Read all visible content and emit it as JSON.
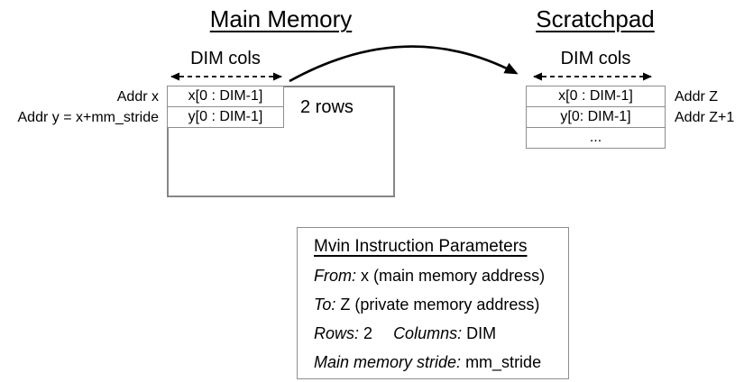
{
  "main_memory": {
    "title": "Main Memory",
    "dim_cols_label": "DIM cols",
    "rows": [
      "x[0 : DIM-1]",
      "y[0 : DIM-1]"
    ],
    "addr_labels": [
      "Addr x",
      "Addr y = x+mm_stride"
    ],
    "rows_annotation": "2 rows"
  },
  "scratchpad": {
    "title": "Scratchpad",
    "dim_cols_label": "DIM cols",
    "rows": [
      "x[0 : DIM-1]",
      "y[0: DIM-1]",
      "..."
    ],
    "addr_labels": [
      "Addr Z",
      "Addr Z+1"
    ]
  },
  "mvin_params": {
    "title": "Mvin Instruction Parameters",
    "from_label": "From:",
    "from_value": "x (main memory address)",
    "to_label": "To:",
    "to_value": "Z (private memory address)",
    "rows_label": "Rows:",
    "rows_value": "2",
    "columns_label": "Columns:",
    "columns_value": "DIM",
    "stride_label": "Main memory stride:",
    "stride_value": "mm_stride"
  },
  "colors": {
    "box_border": "#8e8e8e",
    "arrow": "#000000",
    "text": "#000000",
    "background": "#ffffff"
  }
}
